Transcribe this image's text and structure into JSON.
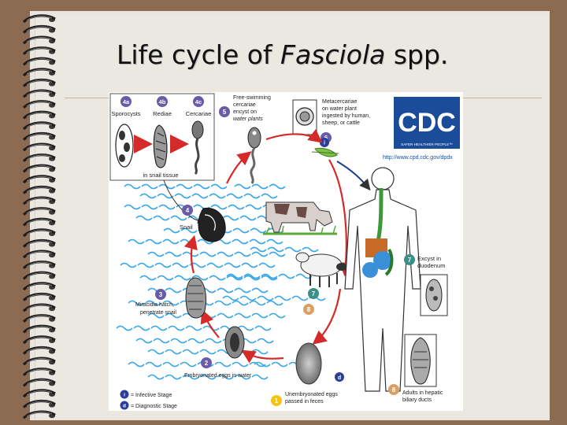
{
  "slide": {
    "title_prefix": "Life cycle of ",
    "title_italic": "Fasciola",
    "title_suffix": " spp."
  },
  "logo": {
    "text": "CDC",
    "tagline": "SAFER·HEALTHIER·PEOPLE™",
    "url": "http://www.cpd.cdc.gov/dpdx"
  },
  "inset": {
    "stages": [
      {
        "num": "4a",
        "label": "Sporocysts"
      },
      {
        "num": "4b",
        "label": "Rediae"
      },
      {
        "num": "4c",
        "label": "Cercariae"
      }
    ],
    "caption": "in snail tissue"
  },
  "stages": {
    "s5": {
      "num": "5",
      "lines": [
        "Free-swimming",
        "cercariae",
        "encyst on",
        "water plants"
      ]
    },
    "s6": {
      "num": "6",
      "lines": [
        "Metacercariae",
        "on water plant",
        "ingested by human,",
        "sheep, or cattle"
      ]
    },
    "s7": {
      "num": "7",
      "lines": [
        "Excyst in",
        "duodenum"
      ]
    },
    "s8": {
      "num": "8",
      "lines": [
        "Adults in hepatic",
        "biliary ducts"
      ]
    },
    "s1": {
      "num": "1",
      "lines": [
        "Unembryonated eggs",
        "passed in feces"
      ]
    },
    "s2": {
      "num": "2",
      "lines": [
        "Embryonated eggs in water"
      ]
    },
    "s3": {
      "num": "3",
      "lines": [
        "Miracidia hatch,",
        "penetrate snail"
      ]
    },
    "s4": {
      "num": "4",
      "lines": [
        "Snail"
      ]
    }
  },
  "markers": {
    "infective_i": "i",
    "diagnostic_d": "d"
  },
  "legend": [
    {
      "marker": "i",
      "text": "= Infective Stage"
    },
    {
      "marker": "d",
      "text": "= Diagnostic Stage"
    }
  ],
  "colors": {
    "stage_badge": "#6a5aa8",
    "infective_badge": "#2a3f9a",
    "diagnostic_badge": "#2a3f9a",
    "stage1_badge": "#f2c418",
    "stage7_badge": "#3c8f86",
    "stage8_badge": "#d9a064",
    "arrow_red": "#d42a2a",
    "water": "#3aa7e8",
    "logo_blue": "#1a4c9a"
  }
}
